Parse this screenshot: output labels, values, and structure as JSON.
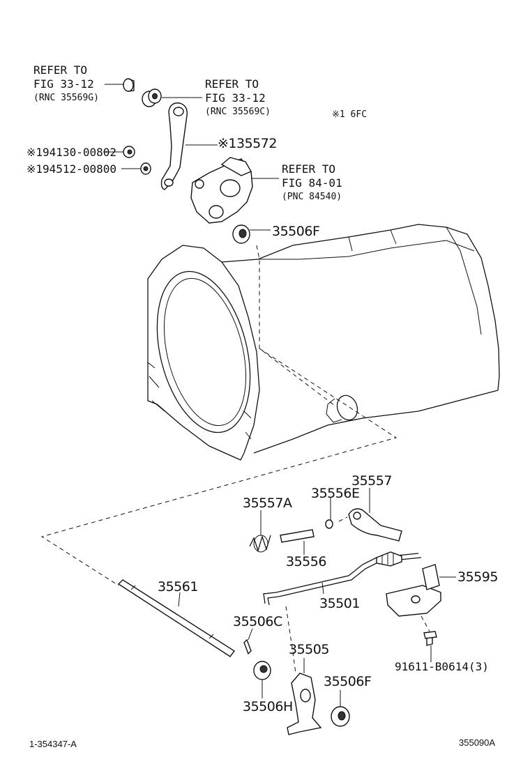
{
  "labels": {
    "refer1_line1": "REFER TO",
    "refer1_line2": "FIG 33-12",
    "refer1_line3": "(RNC 35569G)",
    "refer2_line1": "REFER TO",
    "refer2_line2": "FIG 33-12",
    "refer2_line3": "(RNC 35569C)",
    "note_6fc": "※1  6FC",
    "pn_94130": "※194130-00802",
    "pn_94512": "※194512-00800",
    "pn_35572": "※135572",
    "refer3_line1": "REFER TO",
    "refer3_line2": "FIG 84-01",
    "refer3_line3": "(PNC 84540)",
    "pn_35506F_top": "35506F",
    "pn_35557": "35557",
    "pn_35557A": "35557A",
    "pn_35556E": "35556E",
    "pn_35556": "35556",
    "pn_35561": "35561",
    "pn_35501": "35501",
    "pn_35595": "35595",
    "pn_35506C": "35506C",
    "pn_35505": "35505",
    "pn_35506F_bottom": "35506F",
    "pn_35506H": "35506H",
    "pn_91611": "91611-B0614(3)",
    "footer_left": "1-354347-A",
    "footer_right": "355090A"
  }
}
